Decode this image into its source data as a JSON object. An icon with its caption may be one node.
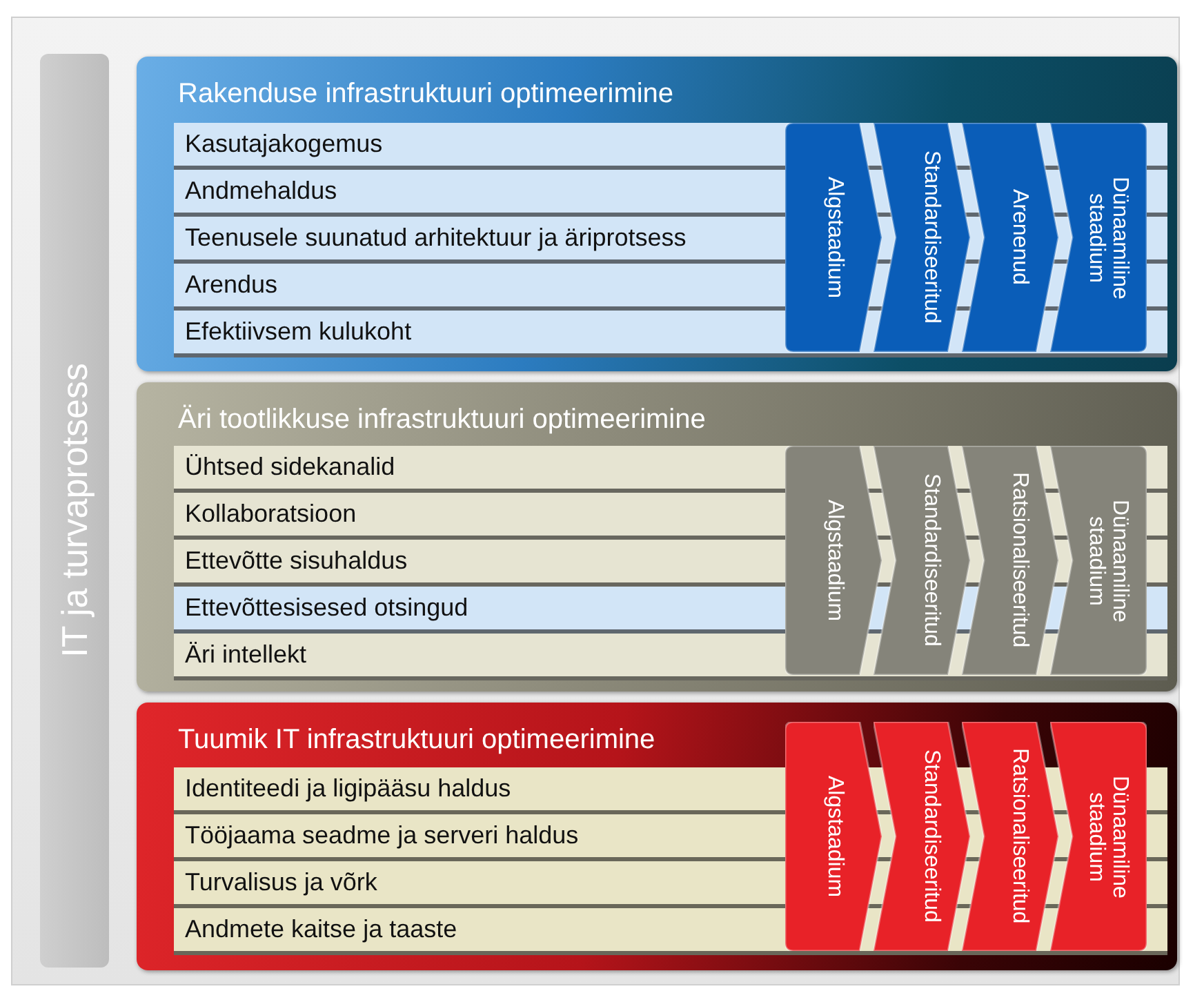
{
  "diagram": {
    "nodes": [
      {
        "text": [
          "IT ja turvaprotsess"
        ]
      },
      {
        "text": [
          "Rakenduse infrastruktuuri optimeerimine"
        ]
      },
      {
        "text": [
          "Kasutajakogemus"
        ],
        "in": 1
      },
      {
        "text": [
          "Andmehaldus"
        ],
        "in": 1
      },
      {
        "text": [
          "Teenusele suunatud arhitektuur ja äriprotsess"
        ],
        "in": 1
      },
      {
        "text": [
          "Arendus"
        ],
        "in": 1
      },
      {
        "text": [
          "Efektiivsem kulukoht"
        ],
        "in": 1
      },
      {
        "text": [
          "Algstaadium"
        ],
        "in": 1
      },
      {
        "text": [
          "Standardiseeritud"
        ],
        "in": 1
      },
      {
        "text": [
          "Arenenud"
        ],
        "in": 1
      },
      {
        "text": [
          "Dünaamiline staadium"
        ],
        "in": 1
      },
      {
        "text": [
          "Äri tootlikkuse infrastruktuuri optimeerimine"
        ]
      },
      {
        "text": [
          "Ühtsed sidekanalid"
        ],
        "in": 11
      },
      {
        "text": [
          "Kollaboratsioon"
        ],
        "in": 11
      },
      {
        "text": [
          "Ettevõtte sisuhaldus"
        ],
        "in": 11
      },
      {
        "text": [
          "Ettevõttesisesed otsingud"
        ],
        "in": 11
      },
      {
        "text": [
          "Äri intellekt"
        ],
        "in": 11
      },
      {
        "text": [
          "Algstaadium"
        ],
        "in": 11
      },
      {
        "text": [
          "Standardiseeritud"
        ],
        "in": 11
      },
      {
        "text": [
          "Ratsionaliseeritud"
        ],
        "in": 11
      },
      {
        "text": [
          "Dünaamiline staadium"
        ],
        "in": 11
      },
      {
        "text": [
          "Tuumik IT infrastruktuuri optimeerimine"
        ]
      },
      {
        "text": [
          "Identiteedi ja ligipääsu haldus"
        ],
        "in": 21
      },
      {
        "text": [
          "Tööjaama seadme ja serveri haldus"
        ],
        "in": 21
      },
      {
        "text": [
          "Turvalisus ja võrk"
        ],
        "in": 21
      },
      {
        "text": [
          "Andmete kaitse ja taaste"
        ],
        "in": 21
      },
      {
        "text": [
          "Algstaadium"
        ],
        "in": 21
      },
      {
        "text": [
          "Standardiseeritud"
        ],
        "in": 21
      },
      {
        "text": [
          "Ratsionaliseeritud"
        ],
        "in": 21
      },
      {
        "text": [
          "Dünaamiline staadium"
        ],
        "in": 21
      }
    ]
  }
}
